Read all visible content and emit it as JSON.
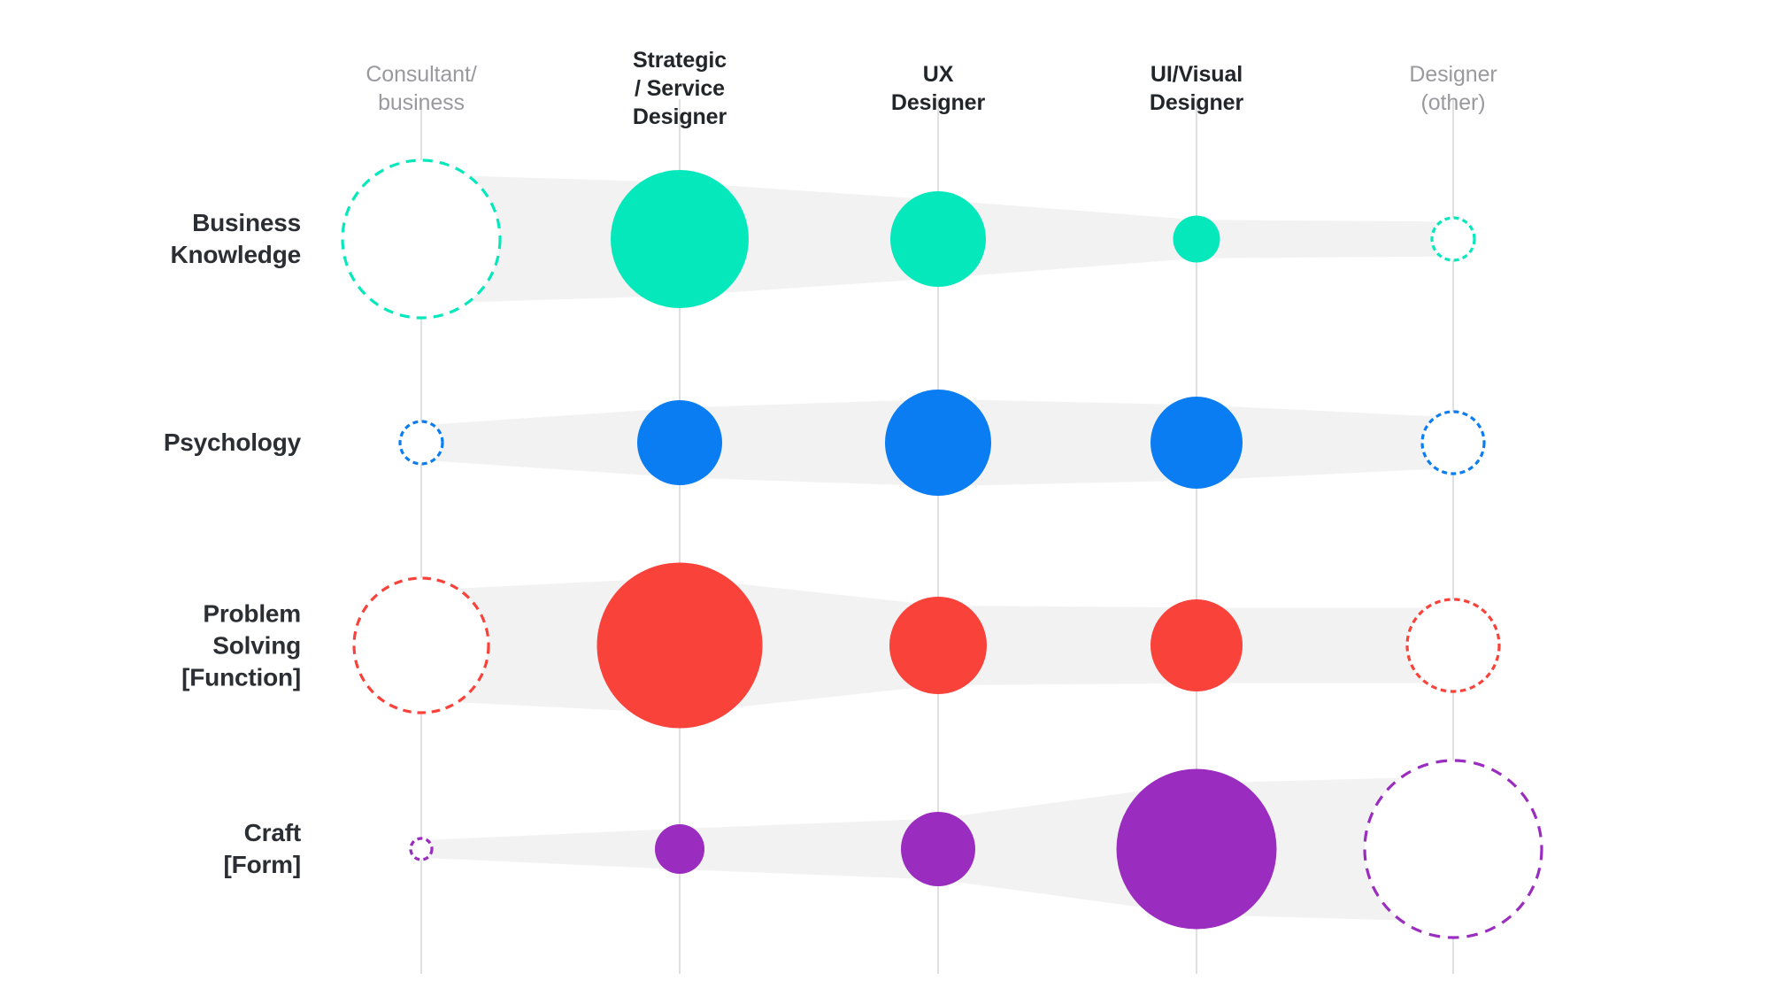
{
  "chart_data": {
    "type": "scatter",
    "title": "",
    "subtitle": "",
    "xlabel": "",
    "ylabel": "",
    "grid": true,
    "legend_position": "none",
    "categories": [
      "Consultant/\nbusiness",
      "Strategic\n/ Service\nDesigner",
      "UX\nDesigner",
      "UI/Visual\nDesigner",
      "Designer\n(other)"
    ],
    "rows": [
      "Business\nKnowledge",
      "Psychology",
      "Problem\nSolving\n[Function]",
      "Craft\n[Form]"
    ],
    "series": [
      {
        "name": "Business Knowledge",
        "color": "#05E8BC",
        "values": [
          178,
          156,
          108,
          53,
          48
        ],
        "styles": [
          "dashed",
          "filled",
          "filled",
          "filled",
          "dashed"
        ]
      },
      {
        "name": "Psychology",
        "color": "#0B7DF2",
        "values": [
          48,
          96,
          120,
          104,
          70
        ],
        "styles": [
          "dashed",
          "filled",
          "filled",
          "filled",
          "dashed"
        ]
      },
      {
        "name": "Problem Solving [Function]",
        "color": "#F9423A",
        "values": [
          152,
          187,
          110,
          104,
          104
        ],
        "styles": [
          "dashed",
          "filled",
          "filled",
          "filled",
          "dashed"
        ]
      },
      {
        "name": "Craft [Form]",
        "color": "#9A2CBF",
        "values": [
          24,
          56,
          84,
          181,
          200
        ],
        "styles": [
          "dashed",
          "filled",
          "filled",
          "filled",
          "dashed"
        ]
      }
    ],
    "column_x": [
      476,
      768,
      1060,
      1352,
      1642
    ],
    "row_y": [
      270,
      500,
      729,
      959
    ],
    "band_color": "#F2F2F2",
    "gridline_color": "#D8D8D8",
    "gridline_top": 112,
    "gridline_bottom": 1100
  },
  "headers": {
    "columns": [
      {
        "label": "Consultant/\nbusiness",
        "emphasis": "muted"
      },
      {
        "label": "Strategic\n/ Service\nDesigner",
        "emphasis": "strong"
      },
      {
        "label": "UX\nDesigner",
        "emphasis": "strong"
      },
      {
        "label": "UI/Visual\nDesigner",
        "emphasis": "strong"
      },
      {
        "label": "Designer\n(other)",
        "emphasis": "muted"
      }
    ]
  },
  "rows": {
    "labels": [
      "Business\nKnowledge",
      "Psychology",
      "Problem\nSolving\n[Function]",
      "Craft\n[Form]"
    ]
  },
  "colors": {
    "business_knowledge": "#05E8BC",
    "psychology": "#0B7DF2",
    "problem_solving": "#F9423A",
    "craft": "#9A2CBF",
    "band": "#F2F2F2",
    "gridline": "#D8D8D8",
    "text_strong": "#22252a",
    "text_muted": "#9a9a9e",
    "background": "#FFFFFF"
  }
}
